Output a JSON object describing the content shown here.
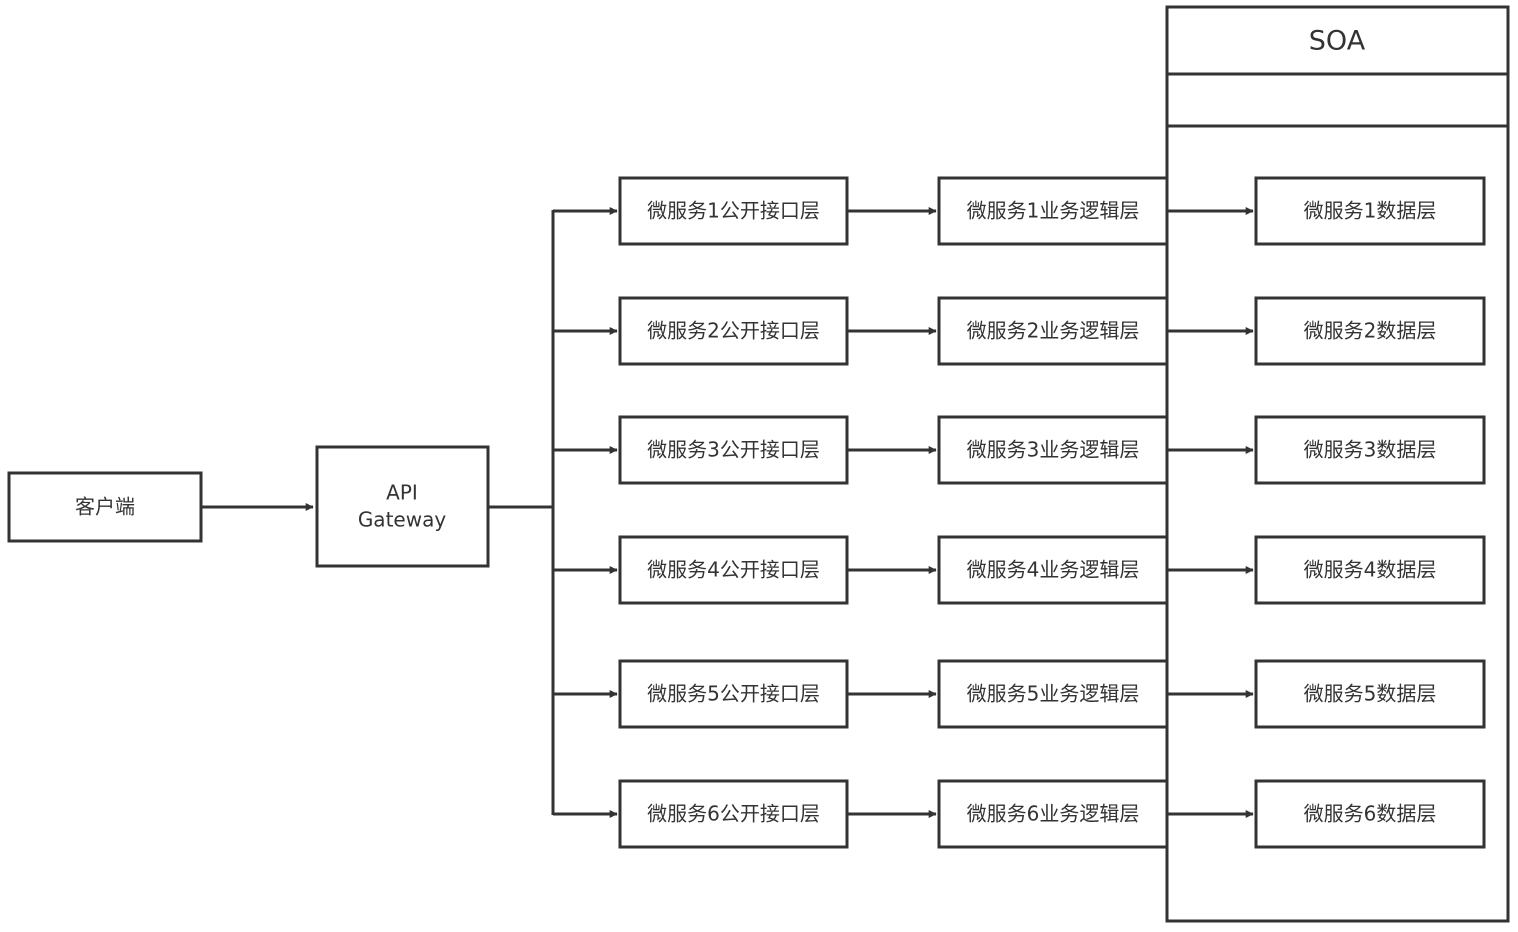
{
  "client": {
    "label": "客户端"
  },
  "gateway": {
    "line1": "API",
    "line2": "Gateway"
  },
  "soa": {
    "title": "SOA"
  },
  "services": [
    {
      "api_layer": "微服务1公开接口层",
      "logic_layer": "微服务1业务逻辑层",
      "data_layer": "微服务1数据层"
    },
    {
      "api_layer": "微服务2公开接口层",
      "logic_layer": "微服务2业务逻辑层",
      "data_layer": "微服务2数据层"
    },
    {
      "api_layer": "微服务3公开接口层",
      "logic_layer": "微服务3业务逻辑层",
      "data_layer": "微服务3数据层"
    },
    {
      "api_layer": "微服务4公开接口层",
      "logic_layer": "微服务4业务逻辑层",
      "data_layer": "微服务4数据层"
    },
    {
      "api_layer": "微服务5公开接口层",
      "logic_layer": "微服务5业务逻辑层",
      "data_layer": "微服务5数据层"
    },
    {
      "api_layer": "微服务6公开接口层",
      "logic_layer": "微服务6业务逻辑层",
      "data_layer": "微服务6数据层"
    }
  ],
  "colors": {
    "stroke": "#333333",
    "text": "#333333",
    "background": "#ffffff"
  }
}
